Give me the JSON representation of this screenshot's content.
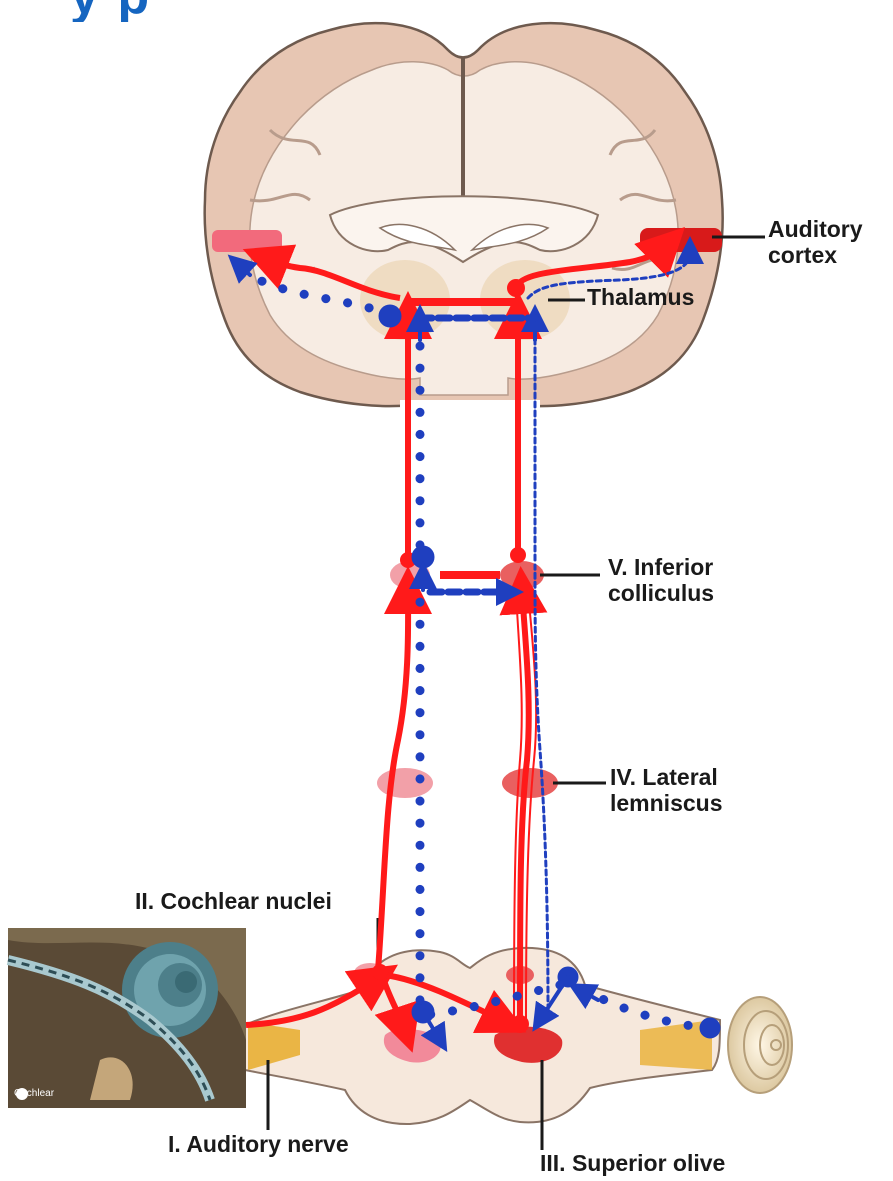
{
  "title_partial": "y                                    p",
  "labels": {
    "auditory_cortex_line1": "Auditory",
    "auditory_cortex_line2": "cortex",
    "thalamus": "Thalamus",
    "inferior_colliculus_line1": "V. Inferior",
    "inferior_colliculus_line2": "colliculus",
    "lateral_lemniscus_line1": "IV. Lateral",
    "lateral_lemniscus_line2": "lemniscus",
    "cochlear_nuclei": "II. Cochlear nuclei",
    "auditory_nerve": "I. Auditory nerve",
    "superior_olive": "III. Superior olive"
  },
  "inset_badge": "Cochlear",
  "colors": {
    "pathway_red": "#ff1a1a",
    "pathway_blue": "#1f3fbf",
    "title_blue": "#1565c0",
    "tissue": "#f6e8dc",
    "tissue_edge": "#8a7466",
    "nucleus_pink": "#f2a0a8",
    "nucleus_red": "#e03030"
  }
}
